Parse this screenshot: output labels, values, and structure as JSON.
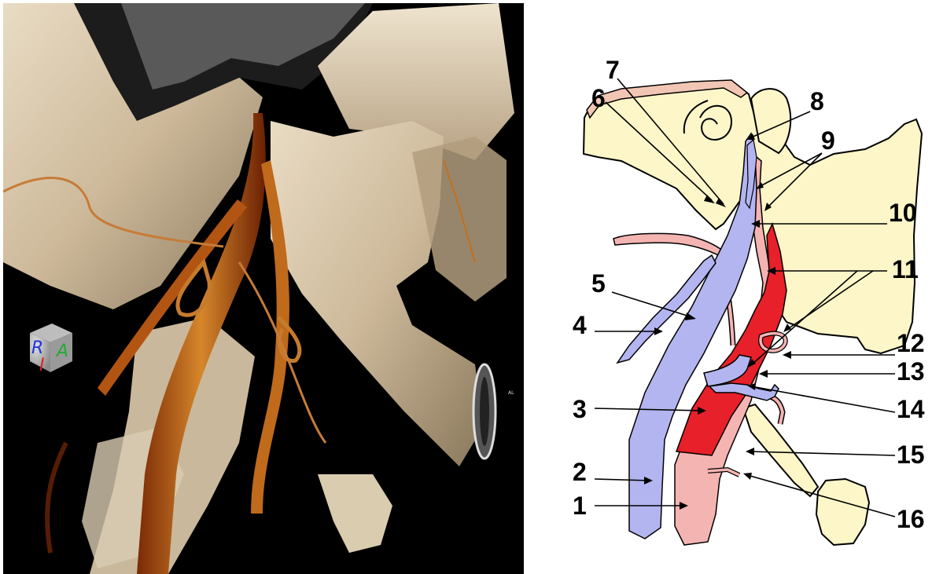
{
  "photo": {
    "orientation_cube": {
      "letters": [
        "R",
        "A",
        "I"
      ],
      "colors": {
        "R": "#2233dd",
        "A": "#22aa33",
        "I": "#dd2222"
      }
    },
    "side_mark": "AL"
  },
  "diagram": {
    "labels": [
      "1",
      "2",
      "3",
      "4",
      "5",
      "6",
      "7",
      "8",
      "9",
      "10",
      "11",
      "12",
      "13",
      "14",
      "15",
      "16"
    ],
    "colors": {
      "bone": "#fdf6c8",
      "bone_edge": "#f2c6b4",
      "vein": "#b3b5f0",
      "artery": "#e8202a",
      "light_artery": "#f4b4b2"
    }
  }
}
